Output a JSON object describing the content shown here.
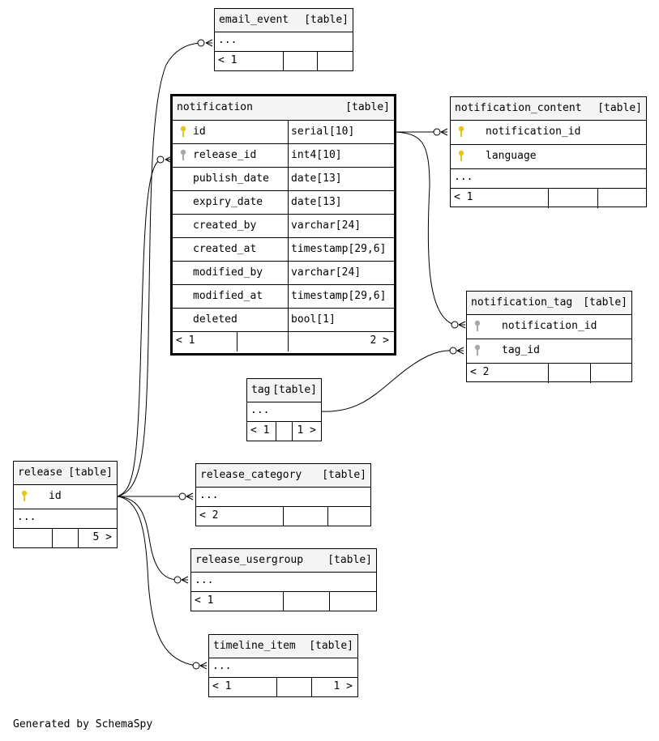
{
  "footer_note": "Generated by SchemaSpy",
  "tables": {
    "email_event": {
      "name": "email_event",
      "type": "[table]",
      "more": "...",
      "parents": "< 1",
      "children": ""
    },
    "notification": {
      "name": "notification",
      "type": "[table]",
      "columns": [
        {
          "name": "id",
          "type": "serial[10]",
          "key": "primary"
        },
        {
          "name": "release_id",
          "type": "int4[10]",
          "key": "foreign"
        },
        {
          "name": "publish_date",
          "type": "date[13]",
          "key": ""
        },
        {
          "name": "expiry_date",
          "type": "date[13]",
          "key": ""
        },
        {
          "name": "created_by",
          "type": "varchar[24]",
          "key": ""
        },
        {
          "name": "created_at",
          "type": "timestamp[29,6]",
          "key": ""
        },
        {
          "name": "modified_by",
          "type": "varchar[24]",
          "key": ""
        },
        {
          "name": "modified_at",
          "type": "timestamp[29,6]",
          "key": ""
        },
        {
          "name": "deleted",
          "type": "bool[1]",
          "key": ""
        }
      ],
      "parents": "< 1",
      "children": "2 >"
    },
    "notification_content": {
      "name": "notification_content",
      "type": "[table]",
      "columns": [
        {
          "name": "notification_id",
          "key": "primary"
        },
        {
          "name": "language",
          "key": "primary"
        }
      ],
      "more": "...",
      "parents": "< 1",
      "children": ""
    },
    "notification_tag": {
      "name": "notification_tag",
      "type": "[table]",
      "columns": [
        {
          "name": "notification_id",
          "key": "foreign"
        },
        {
          "name": "tag_id",
          "key": "foreign"
        }
      ],
      "parents": "< 2",
      "children": ""
    },
    "tag": {
      "name": "tag",
      "type": "[table]",
      "more": "...",
      "parents": "< 1",
      "children": "1 >"
    },
    "release": {
      "name": "release",
      "type": "[table]",
      "columns": [
        {
          "name": "id",
          "key": "primary"
        }
      ],
      "more": "...",
      "parents": "",
      "children": "5 >"
    },
    "release_category": {
      "name": "release_category",
      "type": "[table]",
      "more": "...",
      "parents": "< 2",
      "children": ""
    },
    "release_usergroup": {
      "name": "release_usergroup",
      "type": "[table]",
      "more": "...",
      "parents": "< 1",
      "children": ""
    },
    "timeline_item": {
      "name": "timeline_item",
      "type": "[table]",
      "more": "...",
      "parents": "< 1",
      "children": "1 >"
    }
  },
  "colors": {
    "primary_key": "#e6c619",
    "foreign_key": "#a8a8a8",
    "header_bg": "#f4f4f4"
  }
}
